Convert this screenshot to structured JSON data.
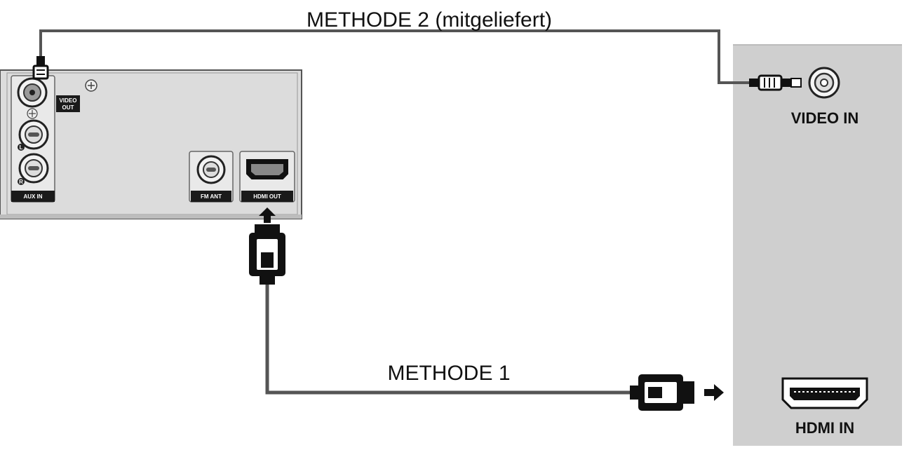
{
  "labels": {
    "method2": "METHODE 2   (mitgeliefert)",
    "method1": "METHODE 1",
    "video_in": "VIDEO IN",
    "hdmi_in": "HDMI IN"
  },
  "device_jacks": {
    "video_out_line1": "VIDEO",
    "video_out_line2": "OUT",
    "aux_in": "AUX IN",
    "aux_left": "L",
    "aux_right": "R",
    "fm_ant": "FM ANT",
    "hdmi_out": "HDMI OUT"
  },
  "colors": {
    "device_panel": "#dcdcdc",
    "tv_panel": "#cfcfcf",
    "cable": "#555555",
    "connector": "#1a1a1a"
  }
}
